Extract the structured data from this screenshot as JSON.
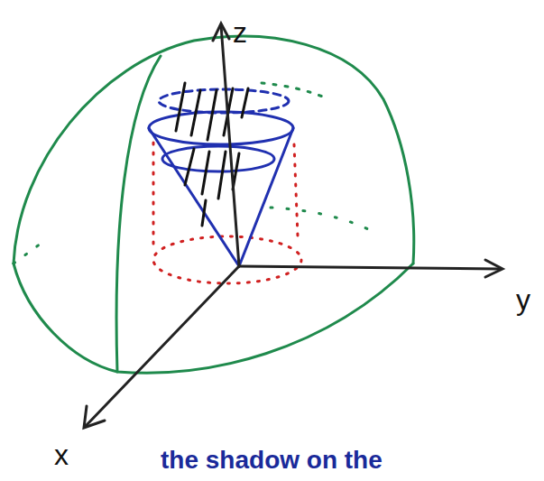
{
  "diagram": {
    "labels": [
      "z",
      "y",
      "x",
      "the shadow on the"
    ]
  }
}
